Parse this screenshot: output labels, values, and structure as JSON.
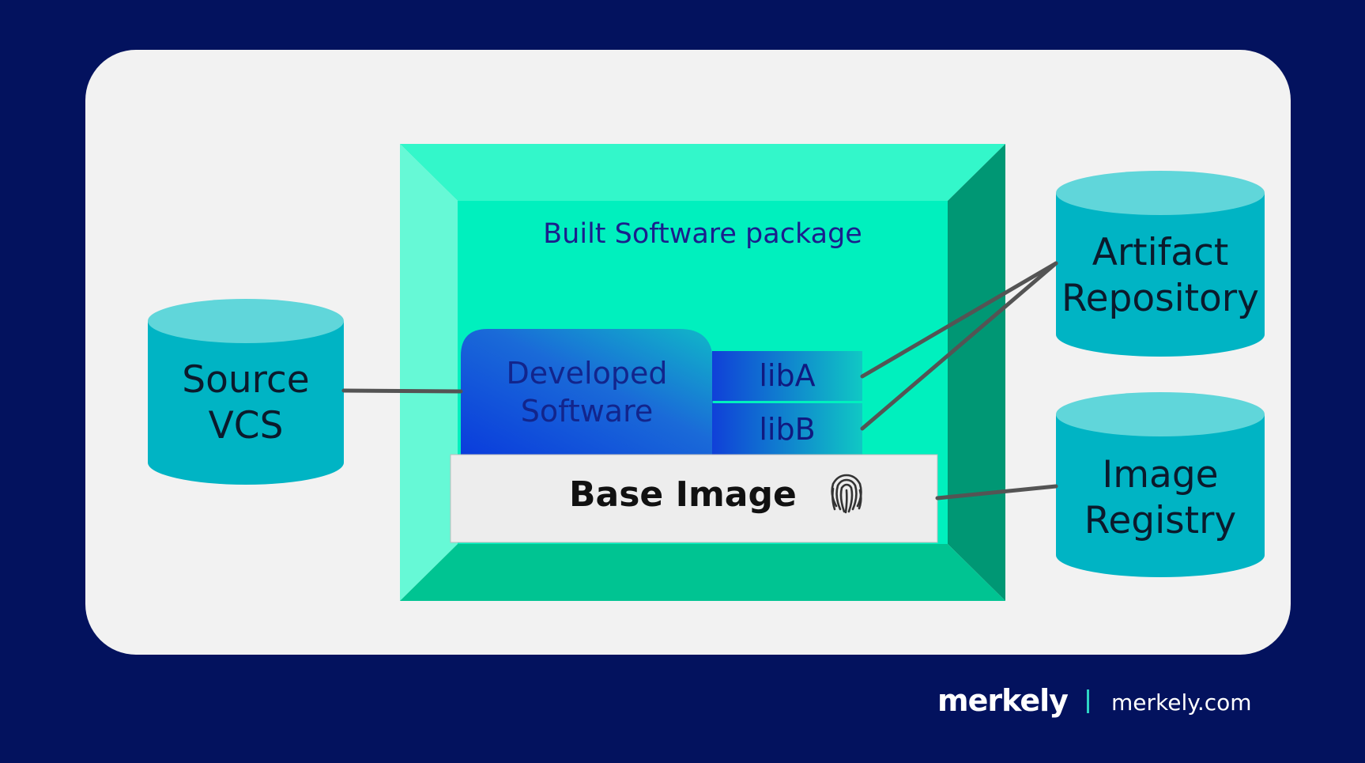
{
  "diagram": {
    "package_title": "Built Software package",
    "developed_software": [
      "Developed",
      "Software"
    ],
    "lib_a": "libA",
    "lib_b": "libB",
    "base_image": "Base Image",
    "source_vcs": [
      "Source",
      "VCS"
    ],
    "artifact_repository": [
      "Artifact",
      "Repository"
    ],
    "image_registry": [
      "Image",
      "Registry"
    ],
    "icons": {
      "base_image": "fingerprint-icon"
    }
  },
  "footer": {
    "logo": "merkely",
    "url": "merkely.com"
  },
  "colors": {
    "background": "#03125E",
    "panel": "#F2F2F2",
    "cylinder": "#00B4C4",
    "cylinder_top": "#60D6DA",
    "package_face": "#00F0BE",
    "developed_gradient_start": "#0A3CDC",
    "developed_gradient_end": "#10B8C8",
    "connector": "#545454"
  }
}
